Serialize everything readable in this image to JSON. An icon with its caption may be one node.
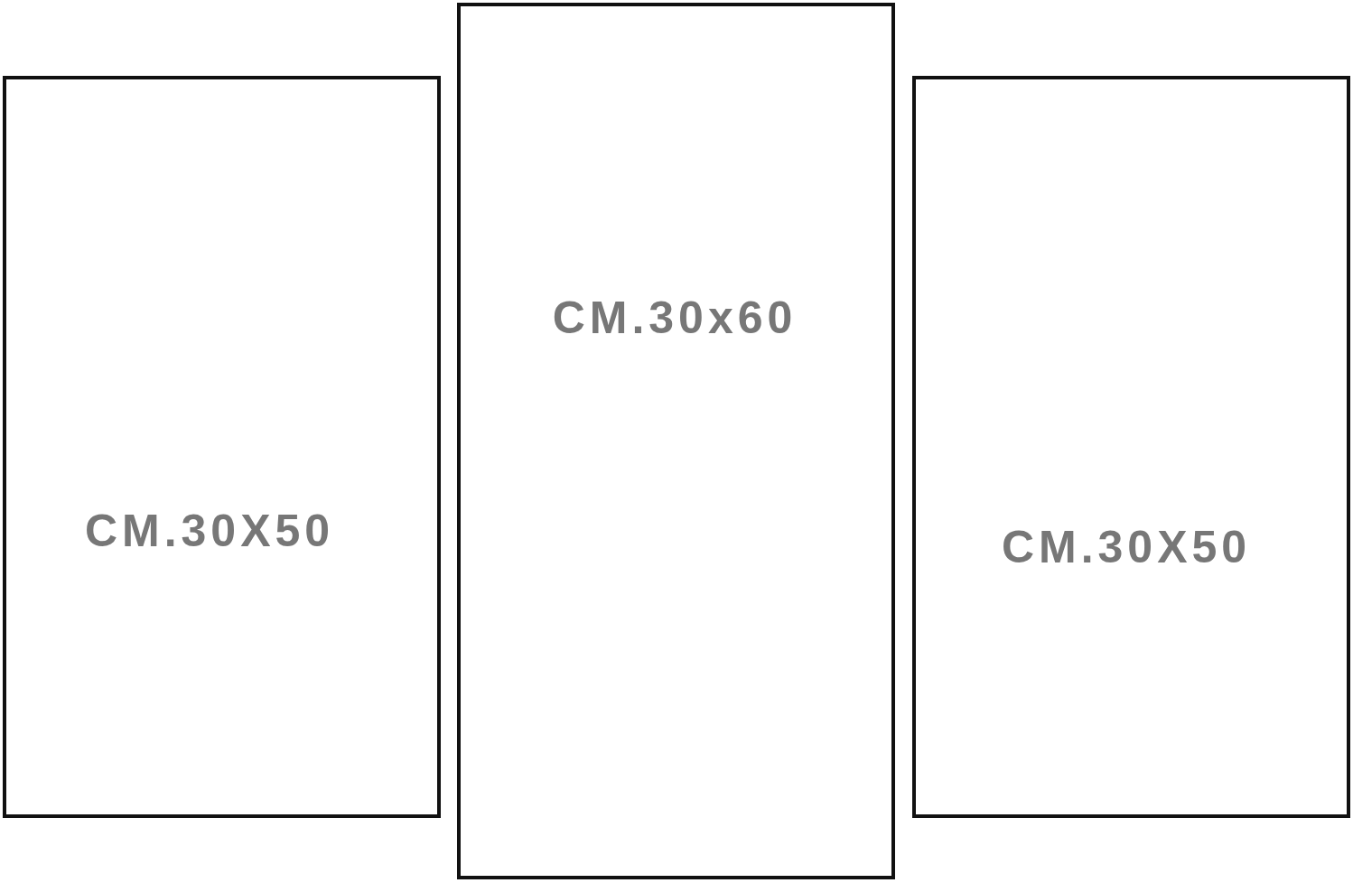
{
  "diagram": {
    "nodes": [
      {
        "text": [
          "CM.30X50"
        ]
      },
      {
        "text": [
          "CM.30x60"
        ]
      },
      {
        "text": [
          "CM.30X50"
        ]
      }
    ]
  }
}
